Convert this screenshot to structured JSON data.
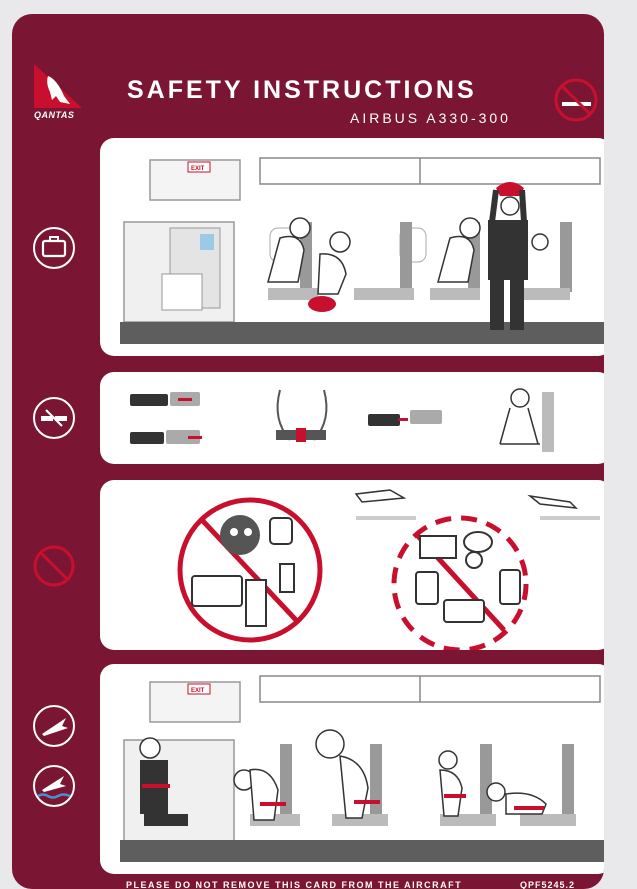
{
  "header": {
    "logo_text": "QANTAS",
    "title": "SAFETY INSTRUCTIONS",
    "subtitle": "AIRBUS A330-300"
  },
  "panels": {
    "cabin_top": {
      "exit_sign": "EXIT"
    },
    "cabin_bottom": {
      "exit_sign": "EXIT"
    }
  },
  "footer": {
    "notice": "PLEASE DO NOT REMOVE THIS CARD FROM THE AIRCRAFT",
    "code": "QPF5245.2"
  },
  "icons": [
    "qantas-kangaroo-logo",
    "no-smoking-icon",
    "baggage-icon",
    "seatbelt-icon",
    "prohibited-icon",
    "brace-position-icon",
    "ditching-icon"
  ],
  "colors": {
    "card": "#7a1634",
    "accent": "#c8102e"
  }
}
